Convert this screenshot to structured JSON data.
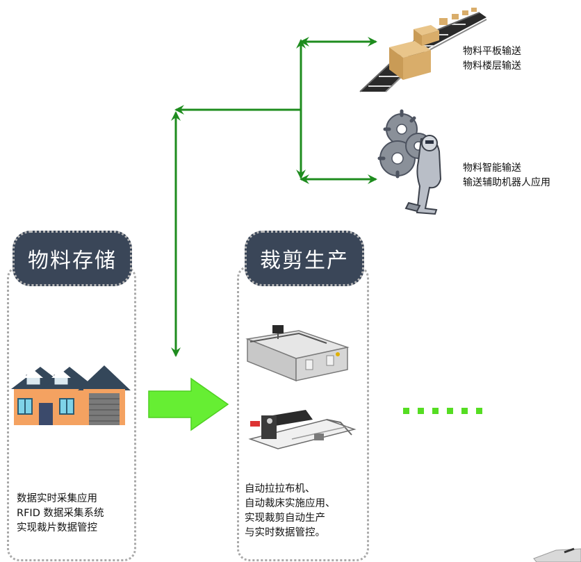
{
  "storage": {
    "title": "物料存储",
    "desc": [
      "数据实时采集应用",
      "RFID 数据采集系统",
      "实现裁片数据管控"
    ]
  },
  "cutting": {
    "title": "裁剪生产",
    "desc": [
      "自动拉拉布机、",
      "自动裁床实施应用、",
      "实现裁剪自动生产",
      "与实时数据管控。"
    ]
  },
  "conveyor": {
    "lines": [
      "物料平板输送",
      "物料楼层输送"
    ]
  },
  "robot": {
    "lines": [
      "物料智能输送",
      "输送辅助机器人应用"
    ]
  },
  "colors": {
    "arrow_green": "#1e8c1e",
    "flow_arrow": "#66ee33",
    "dots": "#55dd22",
    "pill": "#3a4658"
  },
  "icons": [
    "house-icon",
    "conveyor-boxes-icon",
    "gear-robot-icon",
    "cutting-machine-icon",
    "spreading-machine-icon"
  ]
}
